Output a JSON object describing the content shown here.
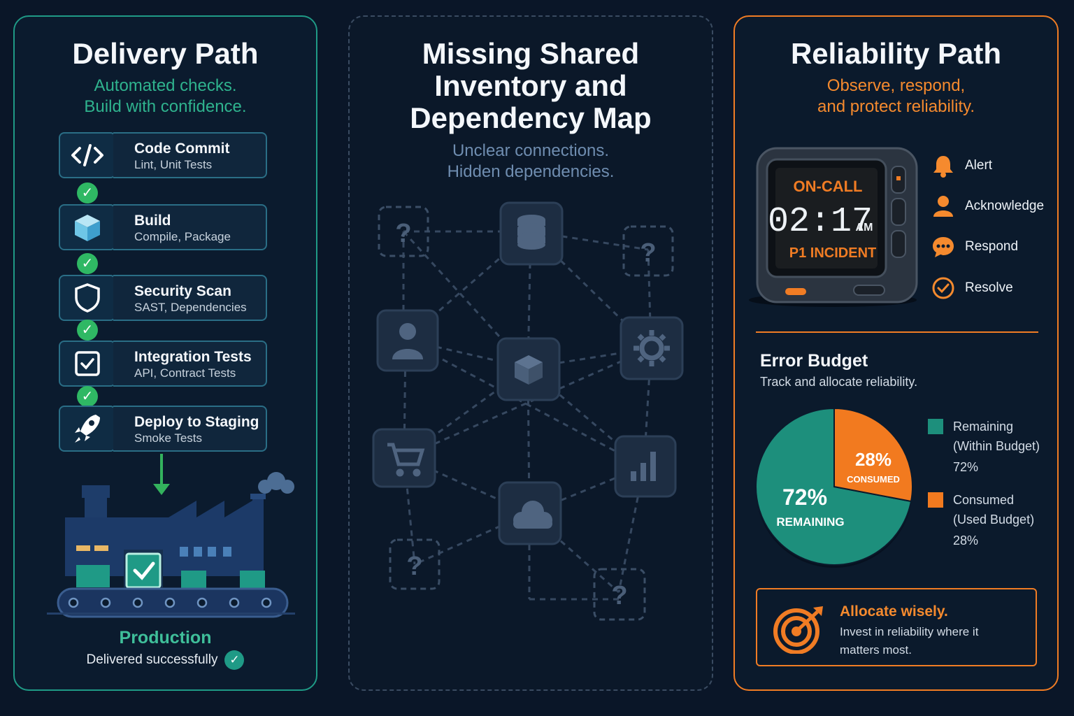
{
  "left": {
    "title": "Delivery Path",
    "subtitle_line1": "Automated checks.",
    "subtitle_line2": "Build with confidence.",
    "steps": [
      {
        "title": "Code Commit",
        "desc": "Lint, Unit Tests",
        "icon": "code-icon"
      },
      {
        "title": "Build",
        "desc": "Compile, Package",
        "icon": "cube-icon"
      },
      {
        "title": "Security Scan",
        "desc": "SAST, Dependencies",
        "icon": "shield-icon"
      },
      {
        "title": "Integration Tests",
        "desc": "API, Contract Tests",
        "icon": "checkbox-icon"
      },
      {
        "title": "Deploy to Staging",
        "desc": "Smoke Tests",
        "icon": "rocket-icon"
      }
    ],
    "production_label": "Production",
    "production_desc": "Delivered successfully"
  },
  "middle": {
    "title_line1": "Missing Shared",
    "title_line2": "Inventory and",
    "title_line3": "Dependency Map",
    "subtitle_line1": "Unclear connections.",
    "subtitle_line2": "Hidden dependencies.",
    "nodes": [
      {
        "icon": "unknown-icon",
        "glyph": "?"
      },
      {
        "icon": "database-icon",
        "glyph": ""
      },
      {
        "icon": "unknown-icon",
        "glyph": "?"
      },
      {
        "icon": "user-icon",
        "glyph": ""
      },
      {
        "icon": "cube-icon",
        "glyph": ""
      },
      {
        "icon": "gear-icon",
        "glyph": ""
      },
      {
        "icon": "cart-icon",
        "glyph": ""
      },
      {
        "icon": "bar-chart-icon",
        "glyph": ""
      },
      {
        "icon": "cloud-icon",
        "glyph": ""
      },
      {
        "icon": "unknown-icon",
        "glyph": "?"
      },
      {
        "icon": "unknown-icon",
        "glyph": "?"
      }
    ]
  },
  "right": {
    "title": "Reliability Path",
    "subtitle_line1": "Observe, respond,",
    "subtitle_line2": "and protect reliability.",
    "pager": {
      "status": "ON-CALL",
      "time": "02:17",
      "ampm": "AM",
      "incident": "P1 INCIDENT"
    },
    "stages": [
      {
        "label": "Alert",
        "icon": "bell-icon"
      },
      {
        "label": "Acknowledge",
        "icon": "person-icon"
      },
      {
        "label": "Respond",
        "icon": "chat-icon"
      },
      {
        "label": "Resolve",
        "icon": "check-circle-icon"
      }
    ],
    "error_budget_title": "Error Budget",
    "error_budget_sub": "Track and allocate reliability.",
    "callout_title": "Allocate wisely.",
    "callout_text": "Invest in reliability where it matters most."
  },
  "chart_data": {
    "type": "pie",
    "title": "Error Budget",
    "slices": [
      {
        "name": "Remaining",
        "detail": "(Within Budget)",
        "value": 72,
        "label": "72%",
        "tag": "REMAINING",
        "color": "#1d8f7c"
      },
      {
        "name": "Consumed",
        "detail": "(Used Budget)",
        "value": 28,
        "label": "28%",
        "tag": "CONSUMED",
        "color": "#f27a1f"
      }
    ]
  },
  "colors": {
    "teal": "#1f9a86",
    "orange": "#f07c24",
    "background": "#0a1628"
  }
}
